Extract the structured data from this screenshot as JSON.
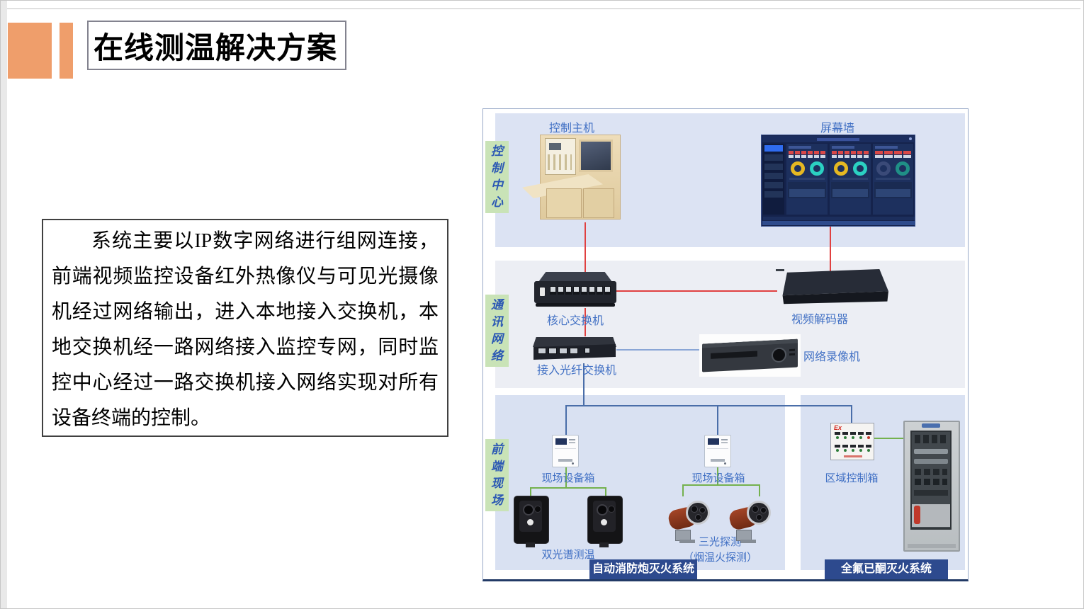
{
  "slide": {
    "title": "在线测温解决方案",
    "intro_text": "系统主要以IP数字网络进行组网连接，前端视频监控设备红外热像仪与可见光摄像机经过网络输出，进入本地接入交换机，本地交换机经一路网络接入监控专网，同时监控中心经过一路交换机接入网络实现对所有设备终端的控制。"
  },
  "diagram": {
    "layers": [
      {
        "label": "控制中心"
      },
      {
        "label": "通讯网络"
      },
      {
        "label": "前端现场"
      }
    ],
    "nodes": {
      "control_host": {
        "label": "控制主机"
      },
      "screen_wall": {
        "label": "屏幕墙"
      },
      "core_switch": {
        "label": "核心交换机"
      },
      "video_decoder": {
        "label": "视频解码器"
      },
      "fiber_switch": {
        "label": "接入光纤交换机"
      },
      "nvr": {
        "label": "网络录像机"
      },
      "field_box_left": {
        "label": "现场设备箱"
      },
      "field_box_right": {
        "label": "现场设备箱"
      },
      "dual_spectrum": {
        "label": "双光谱测温"
      },
      "tri_light": {
        "label": "三光探测",
        "sublabel": "（烟温火探测）"
      },
      "zone_control_box": {
        "label": "区域控制箱",
        "ex_mark": "Ex"
      }
    },
    "banners": {
      "left": "自动消防炮灭火系统",
      "right": "全氟已酮灭火系统"
    },
    "colors": {
      "accent_orange": "#EF9E6B",
      "node_label_blue": "#4170C4",
      "layer_label_bg": "#C9E3B7",
      "layer_label_text": "#2B58B4",
      "panel_blue": "#DAE2F2",
      "panel_gray": "#ECEEF4",
      "line_red": "#E04040",
      "line_blue": "#4A6EA9",
      "line_blue_light": "#8AA6D6",
      "line_green": "#74B14E",
      "banner_navy": "#2D4A8E"
    }
  }
}
